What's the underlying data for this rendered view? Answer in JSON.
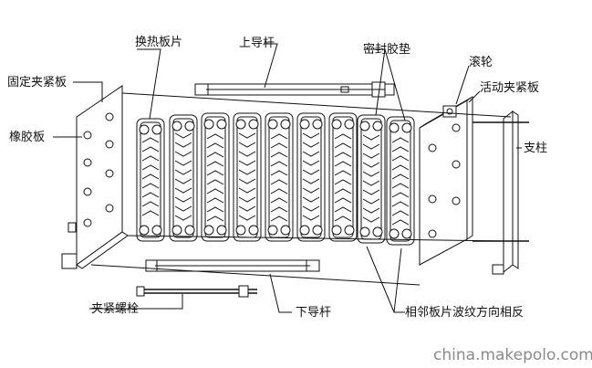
{
  "labels": {
    "fixed_plate": "固定夹紧板",
    "rubber_plate": "橡胶板",
    "heat_plate": "换热板片",
    "upper_guide": "上导杆",
    "gasket": "密封胶垫",
    "roller": "滚轮",
    "movable_plate": "活动夹紧板",
    "column": "支柱",
    "clamp_bolt": "夹紧螺栓",
    "lower_guide": "下导杆",
    "adjacent_note": "相邻板片波纹方向相反"
  },
  "watermark": "china.makepolo.com"
}
